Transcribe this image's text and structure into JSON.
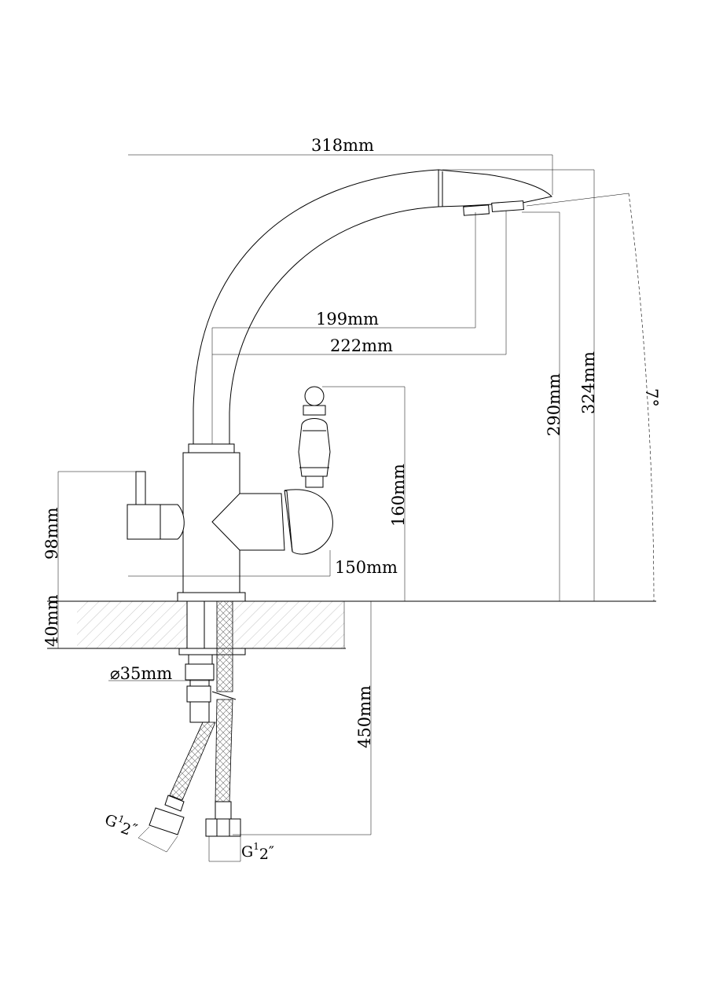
{
  "dimensions": {
    "total_reach": "318mm",
    "spout_reach_inner": "199mm",
    "spout_reach_outer": "222mm",
    "handle_height": "160mm",
    "base_to_outlet": "290mm",
    "total_height": "324mm",
    "spout_angle": "7°",
    "side_lever_height": "98mm",
    "body_width": "150mm",
    "counter_thickness": "40mm",
    "mount_hole": "⌀35mm",
    "hose_length": "450mm",
    "connector_left_g": "G",
    "connector_left_num": "1",
    "connector_left_den": "2",
    "connector_left_suffix": "″",
    "connector_right_g": "G",
    "connector_right_num": "1",
    "connector_right_den": "2",
    "connector_right_suffix": "″"
  },
  "colors": {
    "line": "#000000",
    "hatch": "#8a8a8a",
    "background": "#ffffff"
  }
}
